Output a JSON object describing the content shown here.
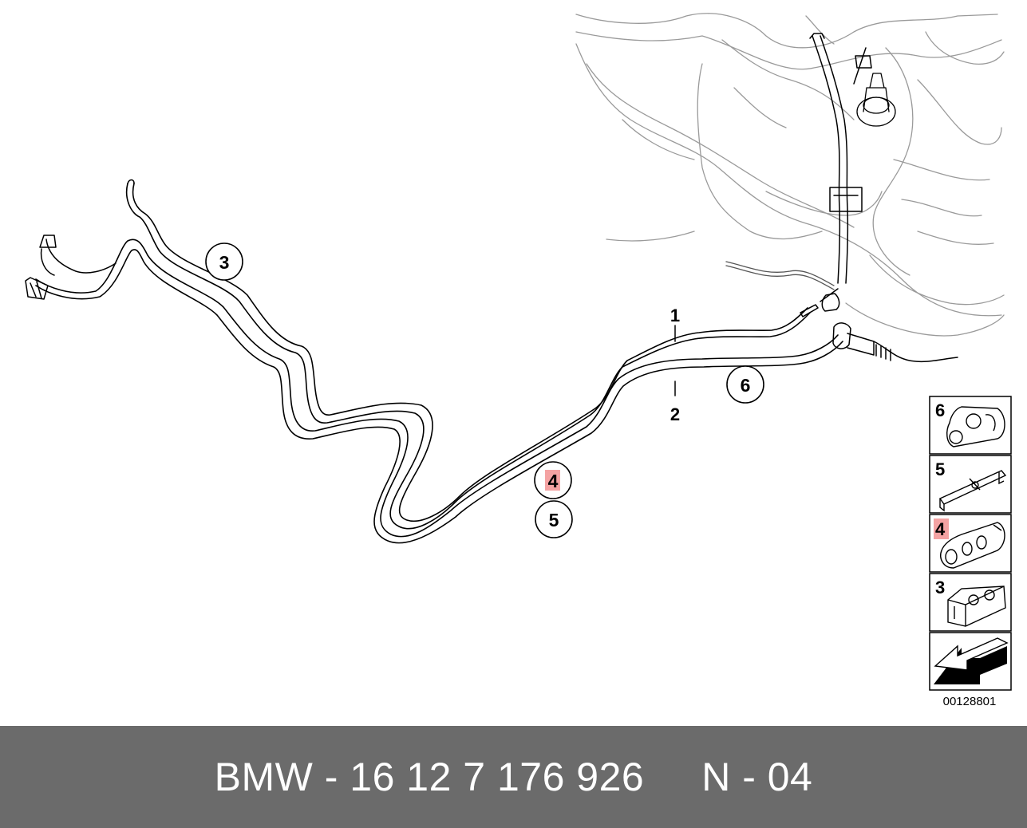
{
  "diagram": {
    "callouts": [
      "3",
      "4",
      "5",
      "6"
    ],
    "line_refs": [
      "1",
      "2"
    ],
    "highlight_color": "#f4a3a3",
    "highlighted_callout": "4",
    "legend_panels": [
      {
        "number": "6",
        "icon": "clip-6-icon"
      },
      {
        "number": "5",
        "icon": "bracket-5-icon"
      },
      {
        "number": "4",
        "icon": "clip-4-icon"
      },
      {
        "number": "3",
        "icon": "clip-3-icon"
      },
      {
        "number": "",
        "icon": "direction-arrow-icon"
      }
    ],
    "diagram_number": "00128801"
  },
  "footer": {
    "part_text": "BMW - 16 12 7 176 926",
    "code_text": "N - 04",
    "background": "#6b6b6b"
  }
}
